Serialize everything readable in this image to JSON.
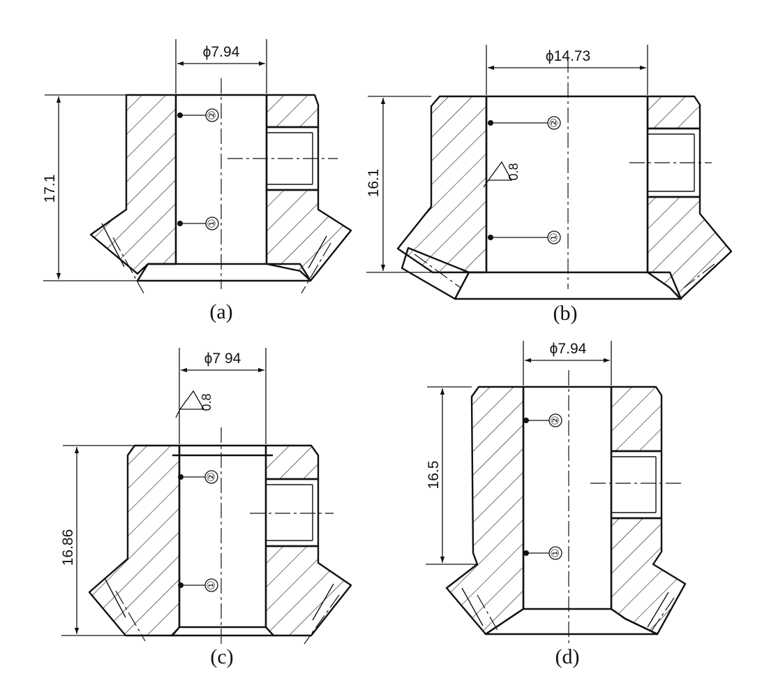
{
  "views": [
    {
      "caption": "(a)",
      "diameter": "ϕ7.94",
      "height": "17.1",
      "markers": [
        "②",
        "①"
      ]
    },
    {
      "caption": "(b)",
      "diameter": "ϕ14.73",
      "height": "16.1",
      "roughness": "0.8",
      "markers": [
        "②",
        "①"
      ]
    },
    {
      "caption": "(c)",
      "diameter": "ϕ7 94",
      "height": "16.86",
      "roughness": "0.8",
      "markers": [
        "②",
        "①"
      ]
    },
    {
      "caption": "(d)",
      "diameter": "ϕ7.94",
      "height": "16.5",
      "markers": [
        "②",
        "①"
      ]
    }
  ]
}
